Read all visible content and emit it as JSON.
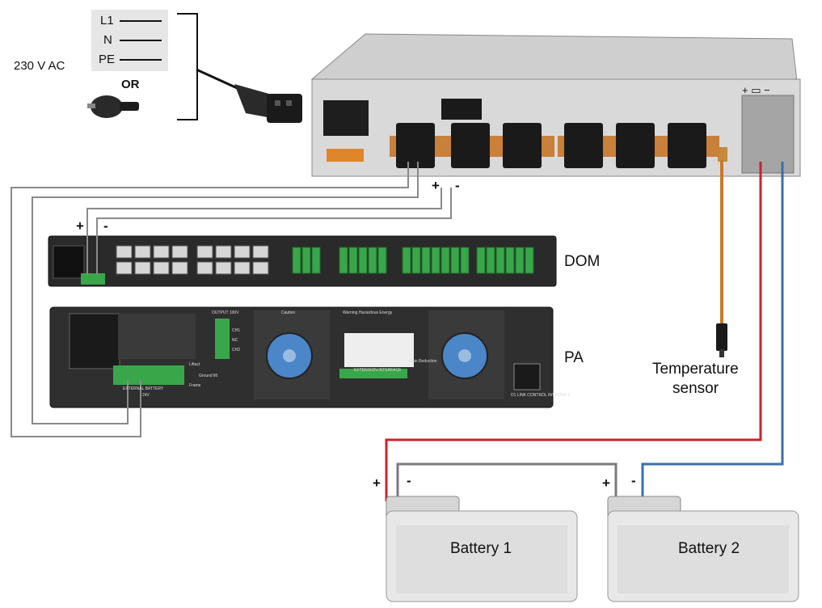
{
  "mains": {
    "voltage_label": "230 V AC",
    "lines": [
      "L1",
      "N",
      "PE"
    ],
    "or_label": "OR"
  },
  "devices": {
    "dom_label": "DOM",
    "pa_label": "PA",
    "pa_output_label": "OUTPUT 100V",
    "pa_channels": [
      "CH1",
      "NC",
      "CH2"
    ],
    "pa_extension_label": "EXTENSION INTERFACE",
    "pa_battery_label": "EXTERNAL BATTERY",
    "pa_battery_voltage": "24V",
    "pa_liftact_label": "Liftact",
    "pa_ground_label": "Ground lift",
    "pa_frame_label": "Frame",
    "pa_warning_label": "Warning Hazardous Energy",
    "pa_caution_label": "Caution",
    "pa_gain_label": "Gain Reduction",
    "pa_link_label": "D1 LINK CONTROL INTERFACE"
  },
  "charger_polarity": {
    "terminal": "+ ▭ −"
  },
  "polarity": {
    "plus": "+",
    "minus": "-"
  },
  "sensor": {
    "line1": "Temperature",
    "line2": "sensor"
  },
  "batteries": [
    {
      "label": "Battery 1"
    },
    {
      "label": "Battery 2"
    }
  ],
  "colors": {
    "positive_wire": "#c8242b",
    "negative_wire": "#3a6fa8",
    "sensor_wire": "#c87a2a",
    "signal_wire": "#8a8a8a",
    "connector_green": "#3aa64a",
    "device_dark": "#2a2a2a",
    "chassis": "#d6d6d6"
  }
}
